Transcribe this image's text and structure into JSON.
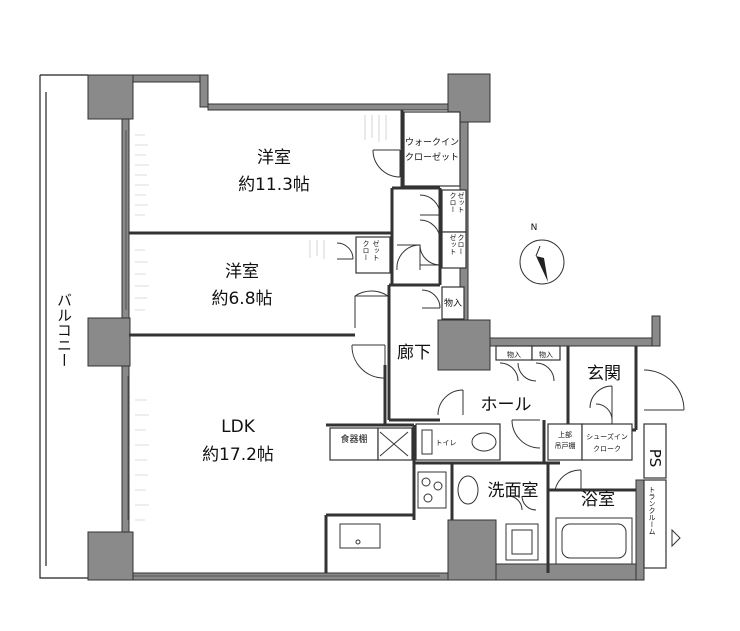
{
  "rooms": {
    "western1_name": "洋室",
    "western1_size": "約11.3帖",
    "western2_name": "洋室",
    "western2_size": "約6.8帖",
    "ldk_name": "LDK",
    "ldk_size": "約17.2帖",
    "corridor": "廊下",
    "hall": "ホール",
    "entrance": "玄関",
    "washroom": "洗面室",
    "bathroom": "浴室",
    "balcony": "バルコニー",
    "ps": "PS"
  },
  "storage": {
    "walk_in_closet_1": "ウォークイン",
    "walk_in_closet_2": "クローゼット",
    "closet_a1": "クロー",
    "closet_a2": "ゼット",
    "closet_b1": "クロー",
    "closet_b2": "ゼット",
    "closet_c": "ゼット",
    "closet_d": "クロー",
    "monoire_1": "物入",
    "monoire_2": "物入",
    "monoire_3": "物入",
    "pantry": "食器棚",
    "toilet": "トイレ",
    "upper_shelf_1": "上部",
    "upper_shelf_2": "吊戸棚",
    "shoe_cloak_1": "シューズイン",
    "shoe_cloak_2": "クローク",
    "trunk_room": "トランクルーム"
  },
  "compass": {
    "north": "N"
  },
  "colors": {
    "wall": "#7a7a7a",
    "pillar": "#8a8a8a",
    "line": "#222222"
  }
}
